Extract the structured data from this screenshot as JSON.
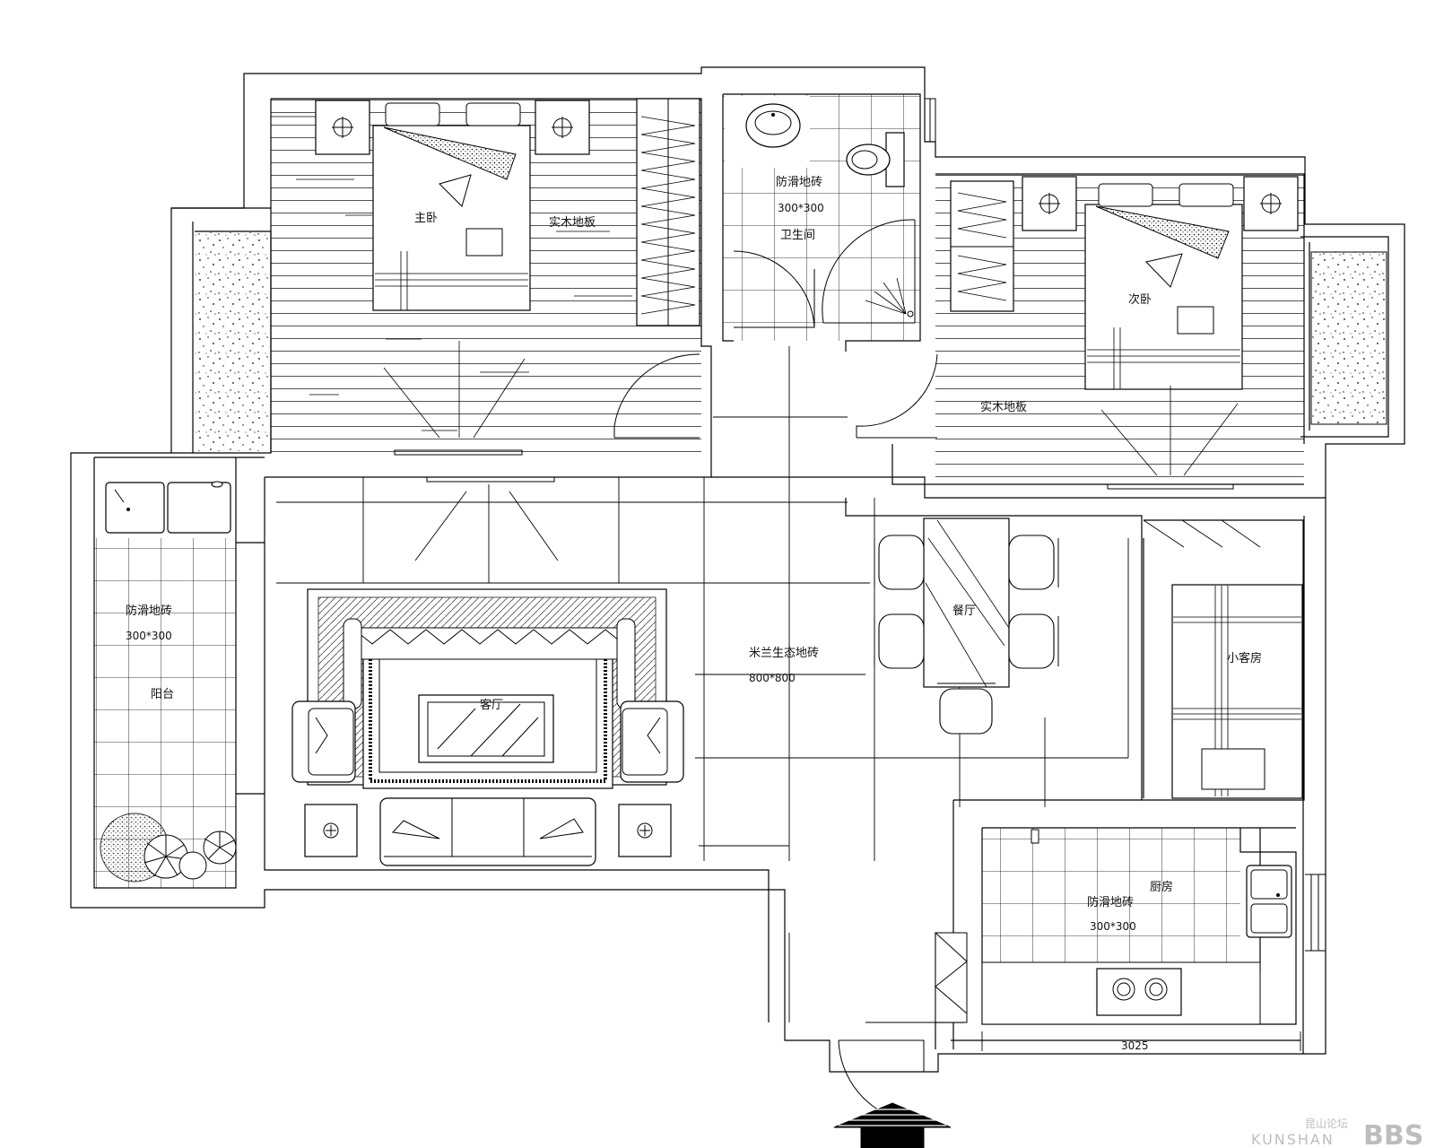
{
  "rooms": {
    "master_bedroom": "主卧",
    "master_floor": "实木地板",
    "bathroom": "卫生间",
    "bathroom_floor": "防滑地砖",
    "bathroom_spec": "300*300",
    "second_bedroom": "次卧",
    "second_floor": "实木地板",
    "balcony": "阳台",
    "balcony_floor": "防滑地砖",
    "balcony_spec": "300*300",
    "living_room": "客厅",
    "living_floor": "米兰生态地砖",
    "living_spec": "800*800",
    "dining_room": "餐厅",
    "guest_room": "小客房",
    "kitchen": "厨房",
    "kitchen_floor": "防滑地砖",
    "kitchen_spec": "300*300"
  },
  "dimension": "3025",
  "watermark": {
    "cn": "昆山论坛",
    "en": "KUNSHAN",
    "logo": "BBS"
  }
}
